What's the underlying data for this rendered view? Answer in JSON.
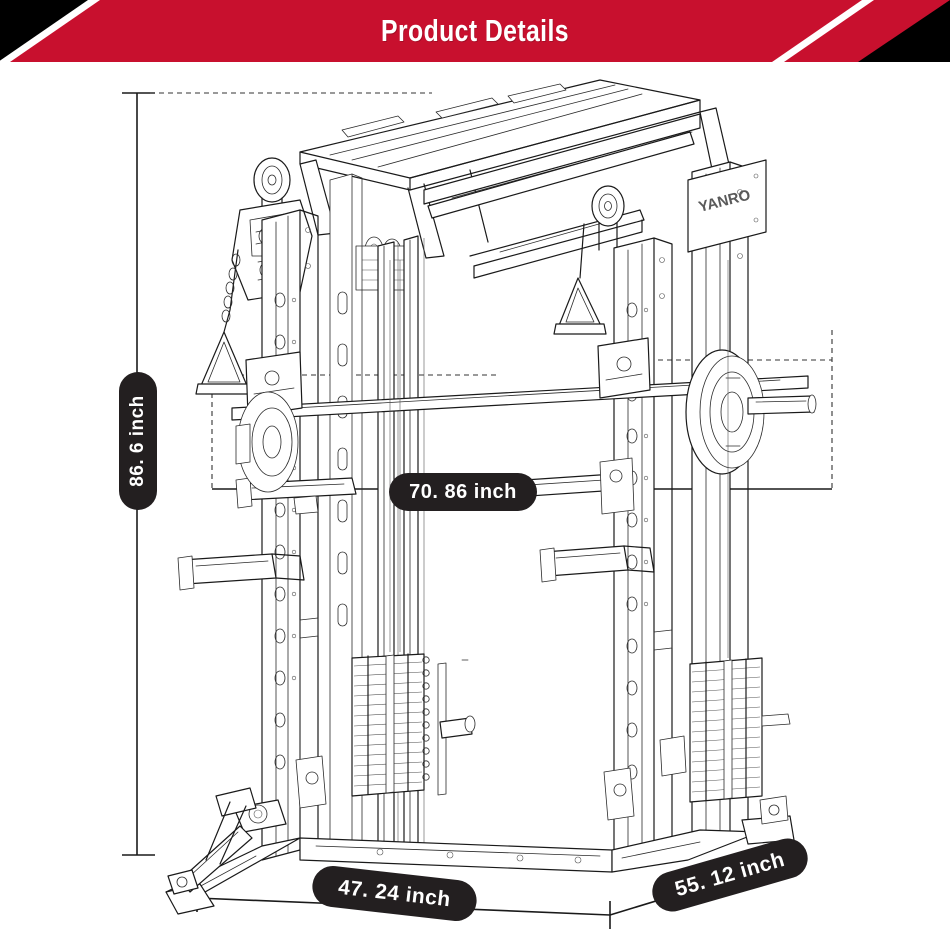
{
  "header": {
    "title": "Product Details",
    "banner_red": "#c8102e",
    "banner_black": "#000000",
    "title_color": "#ffffff"
  },
  "product": {
    "type": "smith-machine-power-rack",
    "brand_logo_text": "YANRO",
    "drawing_style": "technical-line-drawing",
    "line_color": "#1a1a1a"
  },
  "dimensions": {
    "height": {
      "label": "86. 6  inch",
      "value": 86.6,
      "unit": "inch",
      "axis": "vertical",
      "position": "left"
    },
    "width": {
      "label": "70. 86  inch",
      "value": 70.86,
      "unit": "inch",
      "axis": "horizontal",
      "position": "middle"
    },
    "depth": {
      "label": "47. 24  inch",
      "value": 47.24,
      "unit": "inch",
      "axis": "horizontal",
      "position": "bottom-left"
    },
    "base": {
      "label": "55. 12  inch",
      "value": 55.12,
      "unit": "inch",
      "axis": "diagonal",
      "position": "bottom-right"
    }
  }
}
